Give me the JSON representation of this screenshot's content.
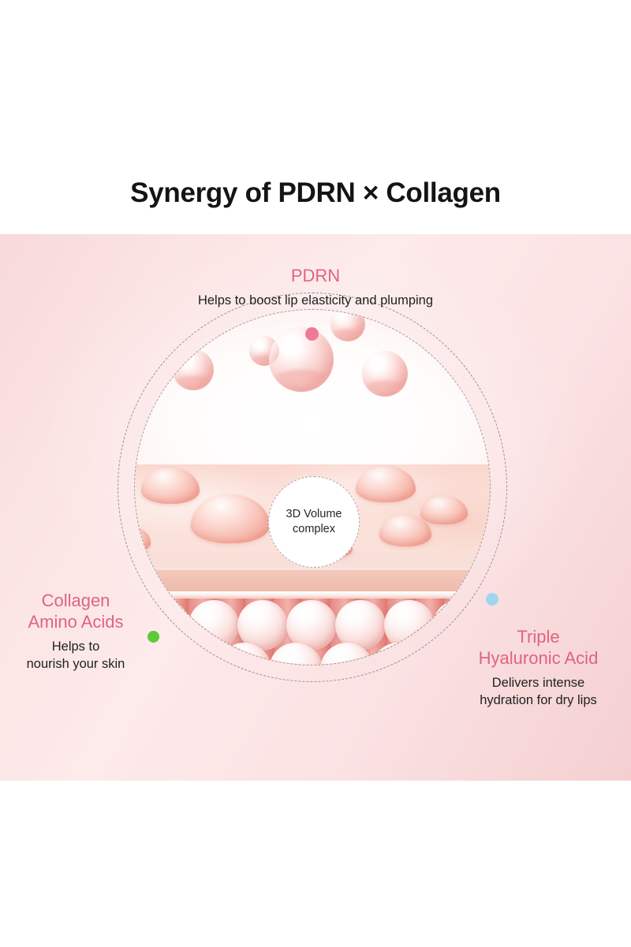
{
  "title": "Synergy of PDRN × Collagen",
  "panel": {
    "center_badge": {
      "line1": "3D Volume",
      "line2": "complex"
    },
    "callouts": [
      {
        "id": "pdrn",
        "heading": "PDRN",
        "description": "Helps to boost lip elasticity and plumping",
        "dot_color": "#ee7a96"
      },
      {
        "id": "collagen-amino-acids",
        "heading_line1": "Collagen",
        "heading_line2": "Amino Acids",
        "description_line1": "Helps to",
        "description_line2": "nourish your skin",
        "dot_color": "#5ec93b"
      },
      {
        "id": "triple-hyaluronic-acid",
        "heading_line1": "Triple",
        "heading_line2": "Hyaluronic Acid",
        "description_line1": "Delivers intense",
        "description_line2": "hydration for dry lips",
        "dot_color": "#9ed6ef"
      }
    ]
  },
  "colors": {
    "title": "#141414",
    "heading_pink": "#e0647e",
    "body_text": "#1f1f1f",
    "panel_pink": "#fbe3e3",
    "page_background": "#ffffff"
  }
}
